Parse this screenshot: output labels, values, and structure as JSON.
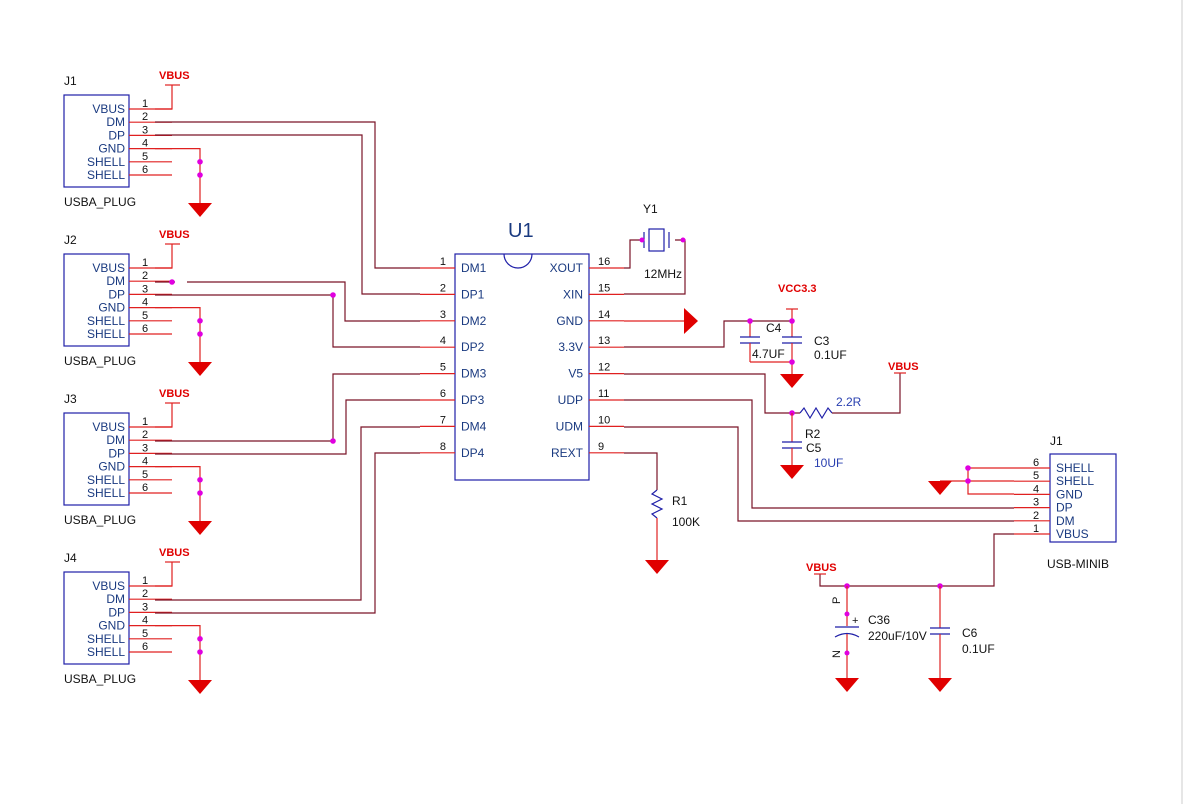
{
  "usba_connectors": [
    {
      "ref": "J1",
      "part": "USBA_PLUG",
      "pin_names": [
        "VBUS",
        "DM",
        "DP",
        "GND",
        "SHELL",
        "SHELL"
      ],
      "pin_numbers": [
        "1",
        "2",
        "3",
        "4",
        "5",
        "6"
      ],
      "supply": "VBUS"
    },
    {
      "ref": "J2",
      "part": "USBA_PLUG",
      "pin_names": [
        "VBUS",
        "DM",
        "DP",
        "GND",
        "SHELL",
        "SHELL"
      ],
      "pin_numbers": [
        "1",
        "2",
        "3",
        "4",
        "5",
        "6"
      ],
      "supply": "VBUS"
    },
    {
      "ref": "J3",
      "part": "USBA_PLUG",
      "pin_names": [
        "VBUS",
        "DM",
        "DP",
        "GND",
        "SHELL",
        "SHELL"
      ],
      "pin_numbers": [
        "1",
        "2",
        "3",
        "4",
        "5",
        "6"
      ],
      "supply": "VBUS"
    },
    {
      "ref": "J4",
      "part": "USBA_PLUG",
      "pin_names": [
        "VBUS",
        "DM",
        "DP",
        "GND",
        "SHELL",
        "SHELL"
      ],
      "pin_numbers": [
        "1",
        "2",
        "3",
        "4",
        "5",
        "6"
      ],
      "supply": "VBUS"
    }
  ],
  "u1": {
    "ref": "U1",
    "left_pins": [
      {
        "num": "1",
        "name": "DM1"
      },
      {
        "num": "2",
        "name": "DP1"
      },
      {
        "num": "3",
        "name": "DM2"
      },
      {
        "num": "4",
        "name": "DP2"
      },
      {
        "num": "5",
        "name": "DM3"
      },
      {
        "num": "6",
        "name": "DP3"
      },
      {
        "num": "7",
        "name": "DM4"
      },
      {
        "num": "8",
        "name": "DP4"
      }
    ],
    "right_pins": [
      {
        "num": "16",
        "name": "XOUT"
      },
      {
        "num": "15",
        "name": "XIN"
      },
      {
        "num": "14",
        "name": "GND"
      },
      {
        "num": "13",
        "name": "3.3V"
      },
      {
        "num": "12",
        "name": "V5"
      },
      {
        "num": "11",
        "name": "UDP"
      },
      {
        "num": "10",
        "name": "UDM"
      },
      {
        "num": "9",
        "name": "REXT"
      }
    ]
  },
  "crystal": {
    "ref": "Y1",
    "value": "12MHz"
  },
  "vcc33": {
    "net": "VCC3.3",
    "c4_ref": "C4",
    "c4_value": "4.7UF",
    "c3_ref": "C3",
    "c3_value": "0.1UF"
  },
  "vbus_filter": {
    "net": "VBUS",
    "r2_value": "2.2R",
    "r2_ref": "R2",
    "c5_ref": "C5",
    "c5_value": "10UF"
  },
  "rext": {
    "ref": "R1",
    "value": "100K"
  },
  "mini_usb": {
    "ref": "J1",
    "part": "USB-MINIB",
    "pin_names": [
      "SHELL",
      "SHELL",
      "GND",
      "DP",
      "DM",
      "VBUS"
    ],
    "pin_numbers": [
      "6",
      "5",
      "4",
      "3",
      "2",
      "1"
    ]
  },
  "bulk": {
    "net": "VBUS",
    "c36_ref": "C36",
    "c36_value": "220uF/10V",
    "c36_plus": "+",
    "c36_p": "P",
    "c36_n": "N",
    "c6_ref": "C6",
    "c6_value": "0.1UF"
  }
}
